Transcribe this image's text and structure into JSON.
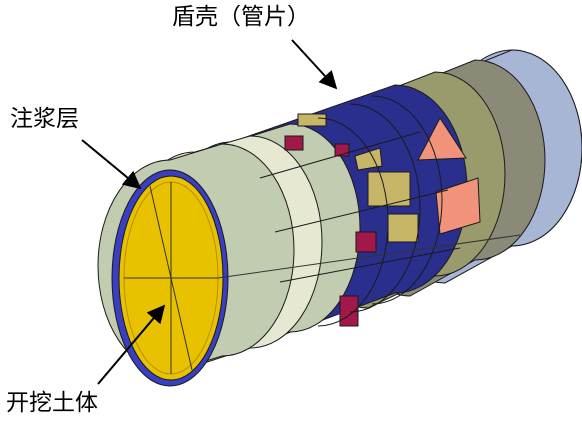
{
  "labels": {
    "shield_shell": "盾壳（管片）",
    "grouting_layer": "注浆层",
    "excavated_soil": "开挖土体"
  },
  "colors": {
    "excavated_soil": "#e8c100",
    "soil_dark": "#b88f00",
    "grouting_layer": "#3a3ec0",
    "segment_blue": "#2a2f8e",
    "ring_sage": "#c2ccb0",
    "ring_light": "#e6e8d2",
    "ring_olive": "#999b6d",
    "ring_taupe": "#8b8a78",
    "ring_lightblue": "#a8b6d6",
    "patch_maroon": "#a3184a",
    "patch_khaki": "#c7b668",
    "patch_salmon": "#f0937a",
    "mesh_line": "#1a1a1a",
    "leader_line": "#000000"
  }
}
